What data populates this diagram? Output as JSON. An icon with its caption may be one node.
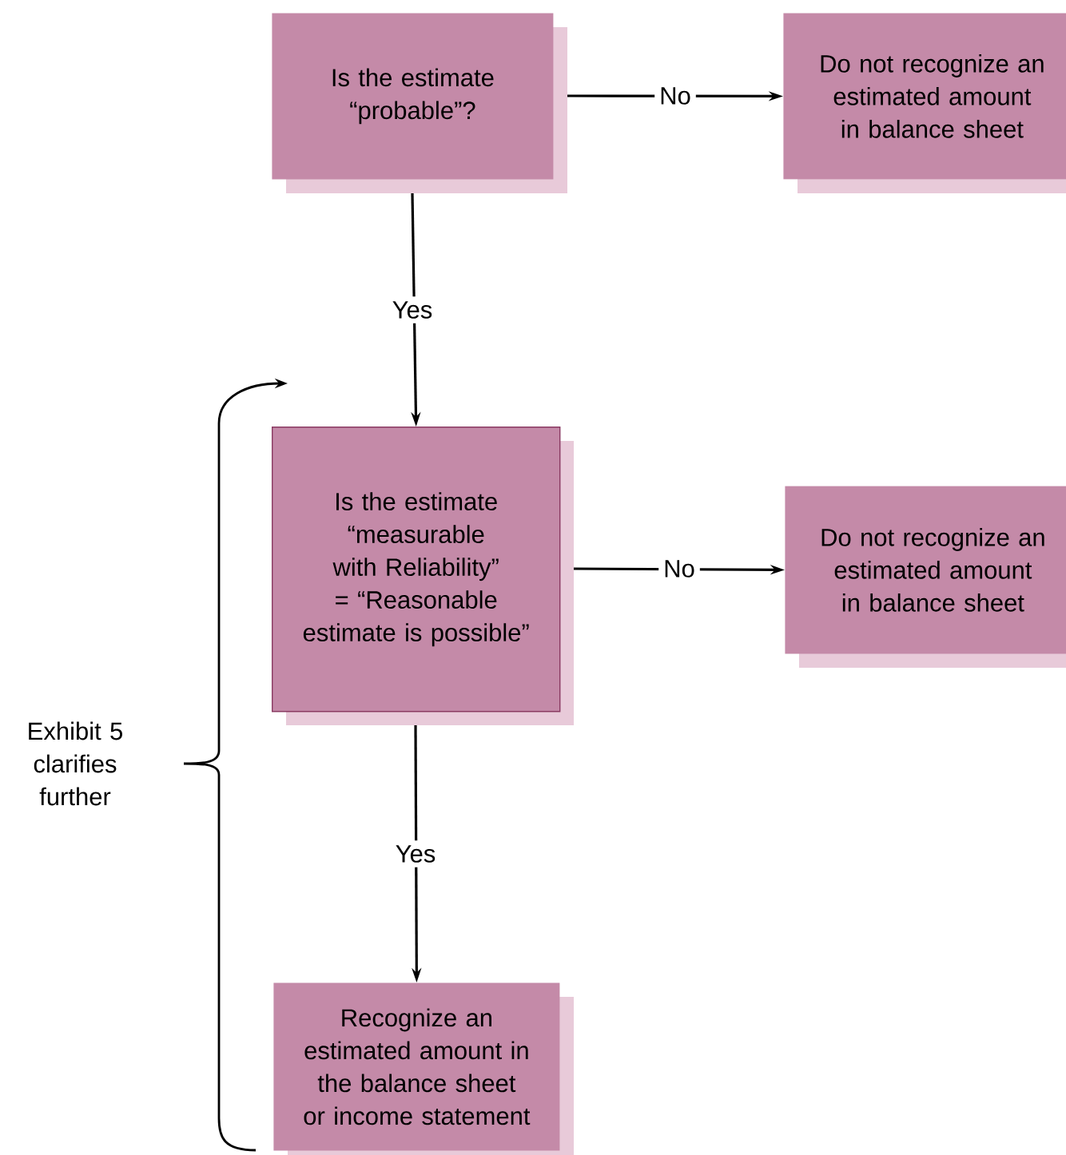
{
  "diagram": {
    "nodes": [
      {
        "text": [
          "Is the estimate “probable”?"
        ]
      },
      {
        "text": [
          "Do not recognize an estimated amount in balance sheet"
        ]
      },
      {
        "text": [
          "Is the estimate “measurable with Reliability” = “Reasonable estimate is possible”"
        ]
      },
      {
        "text": [
          "Do not recognize an estimated amount in balance sheet"
        ]
      },
      {
        "text": [
          "Recognize an estimated amount in the balance sheet or income statement"
        ]
      }
    ],
    "edges": [
      {
        "from": 0,
        "to": 1,
        "arrow": "to",
        "label": "No"
      },
      {
        "from": 0,
        "to": 2,
        "arrow": "to",
        "label": "Yes"
      },
      {
        "from": 2,
        "to": 3,
        "arrow": "to",
        "label": "No"
      },
      {
        "from": 2,
        "to": 4,
        "arrow": "to",
        "label": "Yes"
      }
    ],
    "labels": [
      "Exhibit 5 clarifies further"
    ]
  }
}
